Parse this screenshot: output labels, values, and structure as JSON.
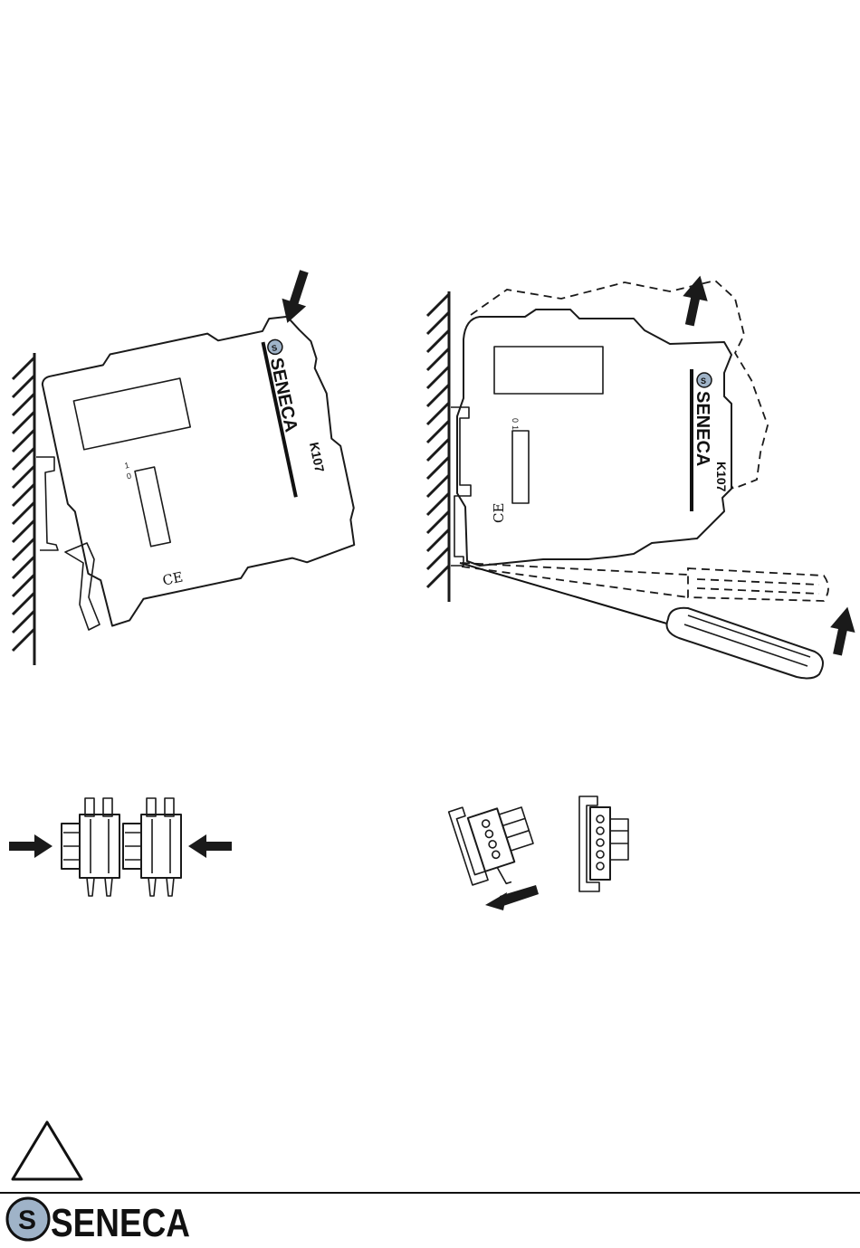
{
  "device": {
    "brand": "SENECA",
    "model": "K107",
    "switch_labels": [
      "1",
      "0"
    ],
    "certification_mark": "CE"
  },
  "footer": {
    "brand": "SENECA",
    "logo_letter": "S"
  },
  "icons": {
    "warning": "warning-triangle-icon",
    "arrow": "arrow-icon",
    "screwdriver": "screwdriver-icon"
  }
}
